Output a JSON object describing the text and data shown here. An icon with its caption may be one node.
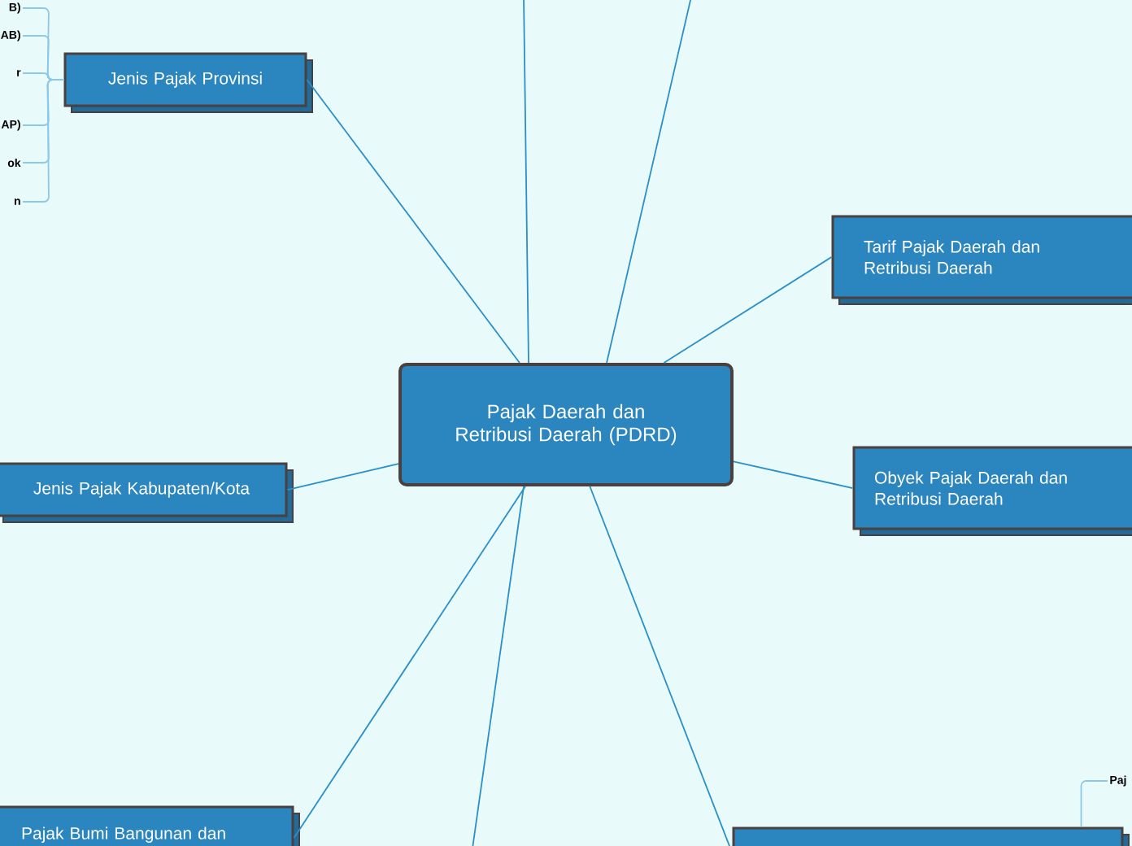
{
  "diagram": {
    "nodes": [
      {
        "text": [
          "Pajak Daerah dan Retribusi Daerah (PDRD)"
        ]
      },
      {
        "text": [
          "Jenis Pajak Provinsi"
        ]
      },
      {
        "text": [
          "Tarif Pajak Daerah dan Retribusi Daerah"
        ]
      },
      {
        "text": [
          "Obyek Pajak Daerah dan Retribusi Daerah"
        ]
      },
      {
        "text": [
          "Jenis Pajak Kabupaten/Kota"
        ]
      },
      {
        "text": [
          "Pajak Bumi Bangunan dan"
        ]
      },
      {
        "text": [],
        "shape": "box"
      },
      {
        "text": [
          "B)"
        ]
      },
      {
        "text": [
          "AB)"
        ]
      },
      {
        "text": [
          "r"
        ]
      },
      {
        "text": [
          "AP)"
        ]
      },
      {
        "text": [
          "ok"
        ]
      },
      {
        "text": [
          "n"
        ]
      },
      {
        "text": [
          "Paj"
        ]
      }
    ],
    "edges": [
      {
        "from": 0,
        "to": 1,
        "arrow": "none"
      },
      {
        "from": 0,
        "to": 2,
        "arrow": "none"
      },
      {
        "from": 0,
        "to": 3,
        "arrow": "none"
      },
      {
        "from": 0,
        "to": 4,
        "arrow": "none"
      },
      {
        "from": 0,
        "to": 5,
        "arrow": "none"
      },
      {
        "from": 0,
        "to": 6,
        "arrow": "none"
      },
      {
        "from": 0,
        "to": null,
        "arrow": "none"
      },
      {
        "from": 0,
        "to": null,
        "arrow": "none"
      },
      {
        "from": 0,
        "to": null,
        "arrow": "none"
      },
      {
        "from": 1,
        "to": 7,
        "arrow": "none",
        "color": "#8cc8e8"
      },
      {
        "from": 1,
        "to": 8,
        "arrow": "none",
        "color": "#8cc8e8"
      },
      {
        "from": 1,
        "to": 9,
        "arrow": "none",
        "color": "#8cc8e8"
      },
      {
        "from": 1,
        "to": 10,
        "arrow": "none",
        "color": "#8cc8e8"
      },
      {
        "from": 1,
        "to": 11,
        "arrow": "none",
        "color": "#8cc8e8"
      },
      {
        "from": 1,
        "to": 12,
        "arrow": "none",
        "color": "#8cc8e8"
      },
      {
        "from": 6,
        "to": 13,
        "arrow": "none",
        "color": "#8cc8e8"
      }
    ]
  }
}
